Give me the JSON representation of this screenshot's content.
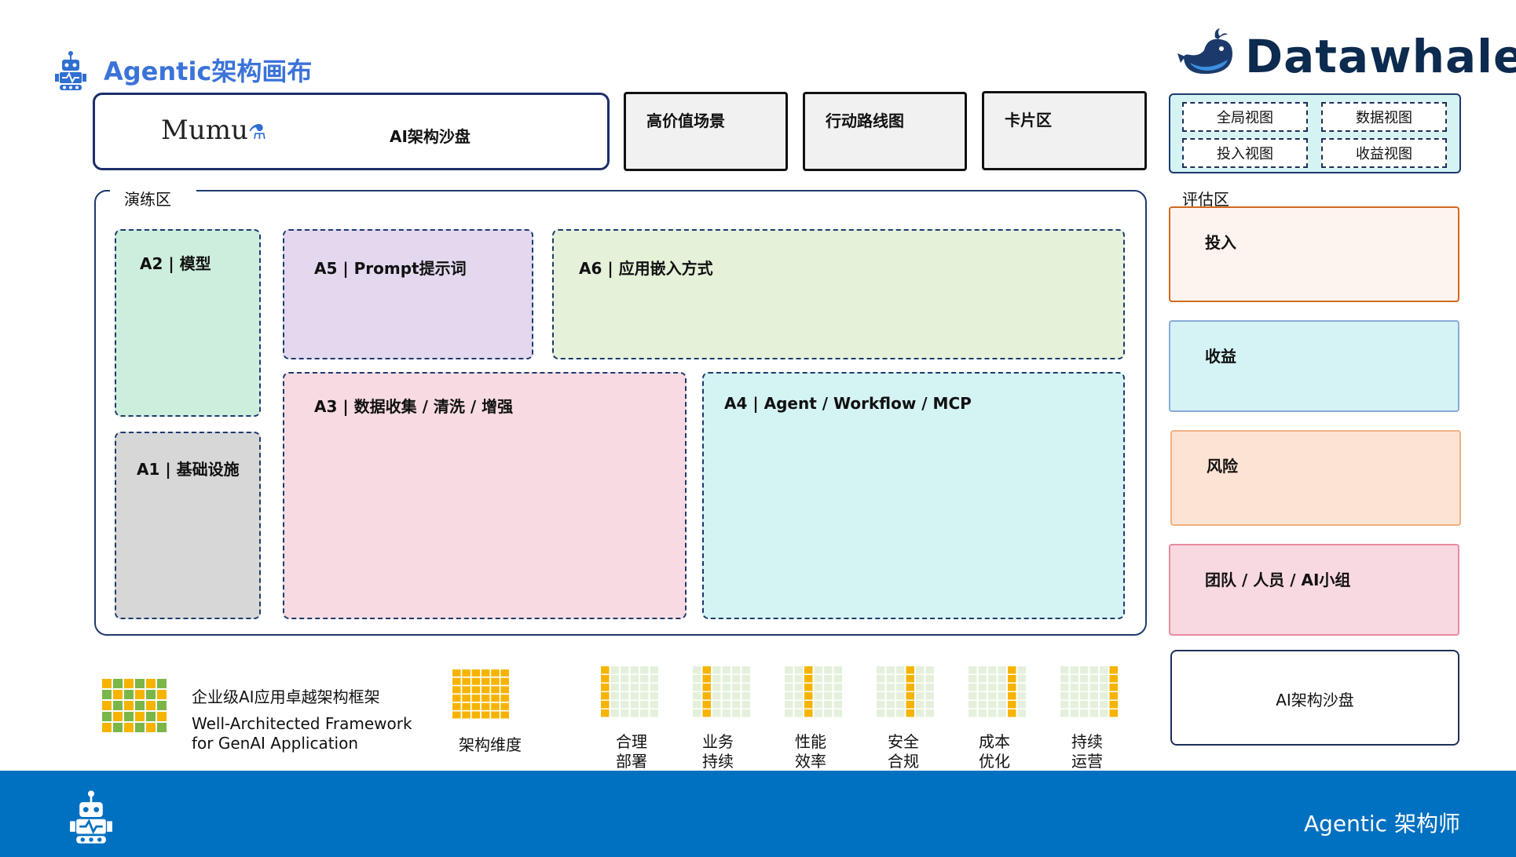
{
  "header": {
    "title": "Agentic架构画布",
    "brand": "Datawhale"
  },
  "top": {
    "sandbox_logo": "Mumu",
    "sandbox_label": "AI架构沙盘",
    "boxes": [
      "高价值场景",
      "行动路线图",
      "卡片区"
    ],
    "views": [
      "全局视图",
      "数据视图",
      "投入视图",
      "收益视图"
    ]
  },
  "practice": {
    "label": "演练区",
    "blocks": {
      "a2": "A2 | 模型",
      "a1": "A1 | 基础设施",
      "a5": "A5 | Prompt提示词",
      "a6": "A6 | 应用嵌入方式",
      "a3": "A3 | 数据收集 / 清洗 / 增强",
      "a4": "A4 | Agent / Workflow / MCP"
    }
  },
  "evaluation": {
    "label": "评估区",
    "items": [
      "投入",
      "收益",
      "风险",
      "团队 / 人员 / AI小组"
    ],
    "sandbox": "AI架构沙盘"
  },
  "legend": {
    "framework_cn": "企业级AI应用卓越架构框架",
    "framework_en_1": "Well-Architected Framework",
    "framework_en_2": "for GenAI Application",
    "dimensions": "架构维度",
    "pillars": [
      [
        "合理",
        "部署"
      ],
      [
        "业务",
        "持续"
      ],
      [
        "性能",
        "效率"
      ],
      [
        "安全",
        "合规"
      ],
      [
        "成本",
        "优化"
      ],
      [
        "持续",
        "运营"
      ]
    ]
  },
  "footer": {
    "text": "Agentic 架构师"
  },
  "colors": {
    "title_blue": "#3b73d8",
    "footer_blue": "#0070c0",
    "a2_green": "#cdeedd",
    "a1_gray": "#d7d7d7",
    "a5_purple": "#e3d8ee",
    "a6_green": "#e5f1d8",
    "a3_pink": "#f8dbe2",
    "a4_cyan": "#d4f3f3",
    "invest": "#fdf3ef",
    "income": "#d5f3f5",
    "risk": "#fde3d3",
    "team": "#f8d9e1",
    "pixel_yellow": "#f6b400",
    "pixel_green": "#7ab648"
  }
}
